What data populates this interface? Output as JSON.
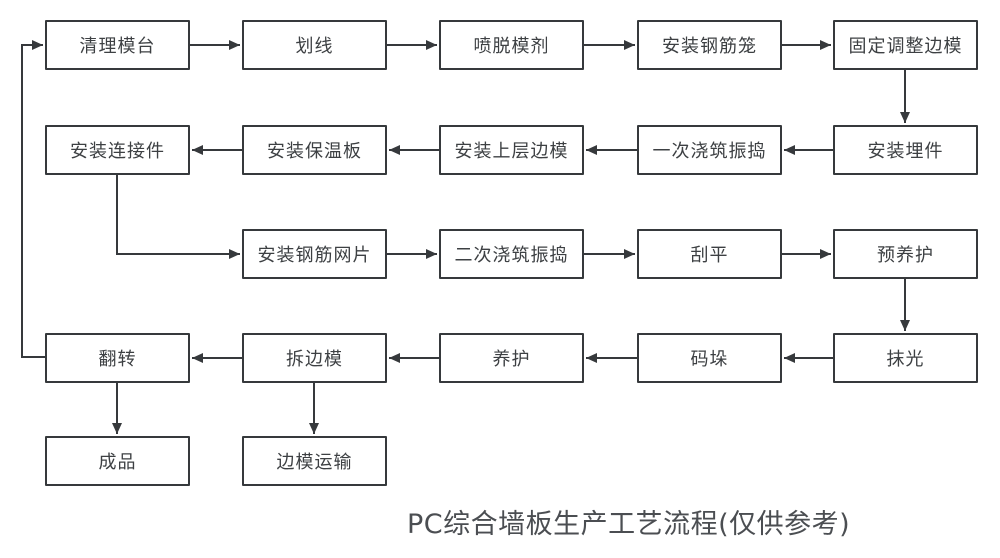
{
  "diagram": {
    "title": "PC综合墙板生产工艺流程(仅供参考)",
    "colors": {
      "background": "#ffffff",
      "box_fill": "#ffffff",
      "box_border": "#36393c",
      "line": "#36393c",
      "text": "#3d4043",
      "title_text": "#4b4e52"
    },
    "nodes": [
      {
        "id": "clean-mold-table",
        "label": "清理模台"
      },
      {
        "id": "marking",
        "label": "划线"
      },
      {
        "id": "spray-release-agent",
        "label": "喷脱模剂"
      },
      {
        "id": "install-rebar-cage",
        "label": "安装钢筋笼"
      },
      {
        "id": "fix-adjust-side-mold",
        "label": "固定调整边模"
      },
      {
        "id": "install-embedded-parts",
        "label": "安装埋件"
      },
      {
        "id": "first-pour-vibrate",
        "label": "一次浇筑振捣"
      },
      {
        "id": "install-upper-side-mold",
        "label": "安装上层边模"
      },
      {
        "id": "install-insulation-board",
        "label": "安装保温板"
      },
      {
        "id": "install-connectors",
        "label": "安装连接件"
      },
      {
        "id": "install-rebar-mesh",
        "label": "安装钢筋网片"
      },
      {
        "id": "second-pour-vibrate",
        "label": "二次浇筑振捣"
      },
      {
        "id": "screeding",
        "label": "刮平"
      },
      {
        "id": "pre-curing",
        "label": "预养护"
      },
      {
        "id": "trowel-finishing",
        "label": "抹光"
      },
      {
        "id": "stacking",
        "label": "码垛"
      },
      {
        "id": "curing",
        "label": "养护"
      },
      {
        "id": "remove-side-mold",
        "label": "拆边模"
      },
      {
        "id": "flipping",
        "label": "翻转"
      },
      {
        "id": "finished-product",
        "label": "成品"
      },
      {
        "id": "side-mold-transport",
        "label": "边模运输"
      }
    ],
    "edges": [
      {
        "from": "clean-mold-table",
        "to": "marking"
      },
      {
        "from": "marking",
        "to": "spray-release-agent"
      },
      {
        "from": "spray-release-agent",
        "to": "install-rebar-cage"
      },
      {
        "from": "install-rebar-cage",
        "to": "fix-adjust-side-mold"
      },
      {
        "from": "fix-adjust-side-mold",
        "to": "install-embedded-parts"
      },
      {
        "from": "install-embedded-parts",
        "to": "first-pour-vibrate"
      },
      {
        "from": "first-pour-vibrate",
        "to": "install-upper-side-mold"
      },
      {
        "from": "install-upper-side-mold",
        "to": "install-insulation-board"
      },
      {
        "from": "install-insulation-board",
        "to": "install-connectors"
      },
      {
        "from": "install-connectors",
        "to": "install-rebar-mesh"
      },
      {
        "from": "install-rebar-mesh",
        "to": "second-pour-vibrate"
      },
      {
        "from": "second-pour-vibrate",
        "to": "screeding"
      },
      {
        "from": "screeding",
        "to": "pre-curing"
      },
      {
        "from": "pre-curing",
        "to": "trowel-finishing"
      },
      {
        "from": "trowel-finishing",
        "to": "stacking"
      },
      {
        "from": "stacking",
        "to": "curing"
      },
      {
        "from": "curing",
        "to": "remove-side-mold"
      },
      {
        "from": "remove-side-mold",
        "to": "flipping"
      },
      {
        "from": "flipping",
        "to": "finished-product"
      },
      {
        "from": "remove-side-mold",
        "to": "side-mold-transport"
      },
      {
        "from": "flipping",
        "to": "clean-mold-table"
      }
    ]
  }
}
